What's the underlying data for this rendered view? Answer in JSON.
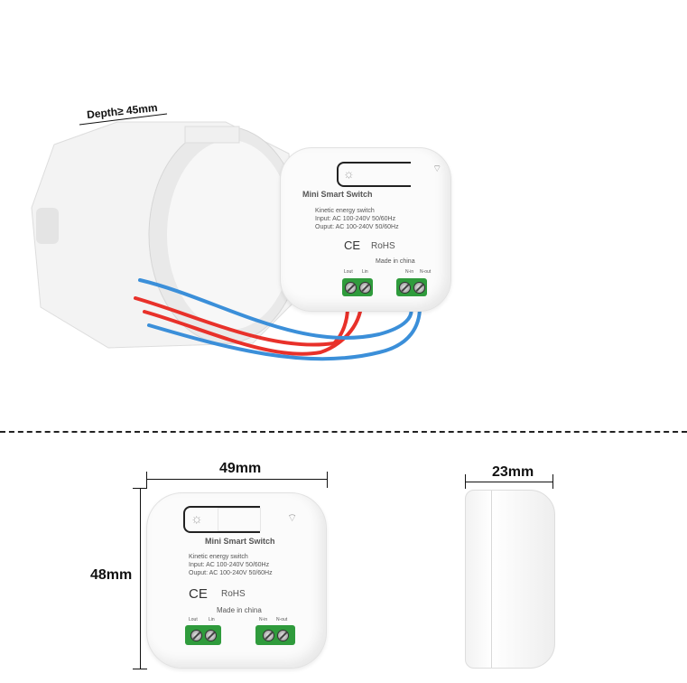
{
  "top_view": {
    "depth_label": "Depth≥ 45mm"
  },
  "module": {
    "title": "Mini Smart Switch",
    "line1": "Kinetic energy switch",
    "line2": "Input: AC 100-240V 50/60Hz",
    "line3": "Ouput: AC 100-240V 50/60Hz",
    "ce": "CE",
    "rohs": "RoHS",
    "origin": "Made in china",
    "terminals": [
      "Lout",
      "Lin",
      "N-in",
      "N-out"
    ]
  },
  "dimensions": {
    "width": "49mm",
    "height": "48mm",
    "depth": "23mm"
  },
  "colors": {
    "wire_red": "#e8312a",
    "wire_blue": "#3b8fd9",
    "terminal_green": "#2f9b3c"
  }
}
